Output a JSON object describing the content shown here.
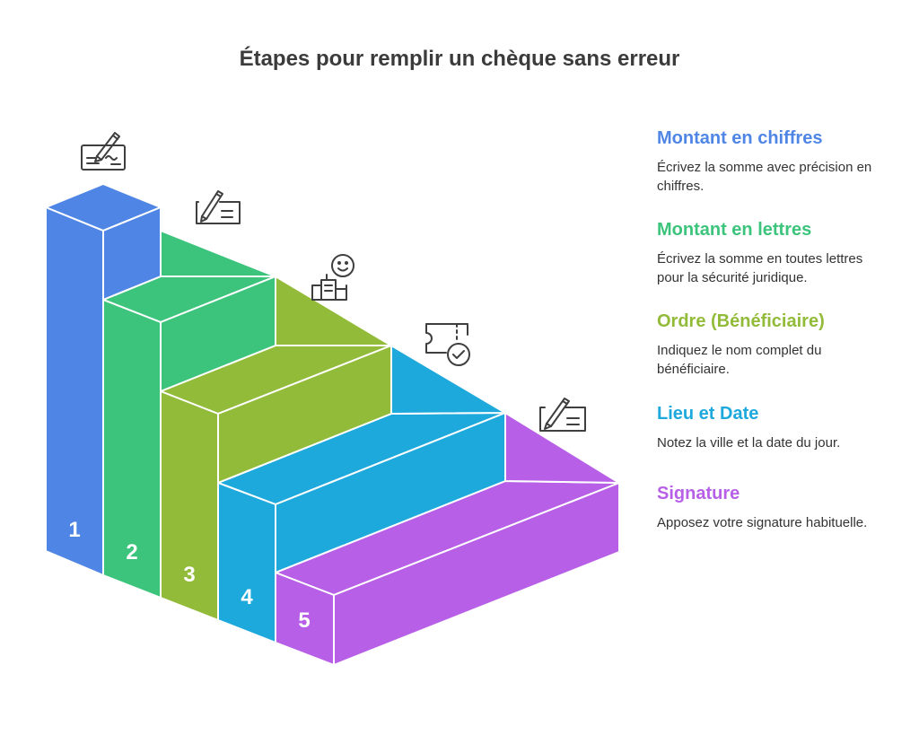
{
  "title": "Étapes pour remplir un chèque sans erreur",
  "colors": {
    "step1": "#4f86e6",
    "step2": "#3cc47c",
    "step3": "#93bb3a",
    "step4": "#1ea9dc",
    "step5": "#b75fe7",
    "icon": "#3f3f3f",
    "text": "#333333"
  },
  "steps": [
    {
      "number": "1",
      "title": "Montant en chiffres",
      "description": "Écrivez la somme avec précision en chiffres.",
      "icon": "check-pen-icon"
    },
    {
      "number": "2",
      "title": "Montant en lettres",
      "description": "Écrivez la somme en toutes lettres pour la sécurité juridique.",
      "icon": "pen-writing-icon"
    },
    {
      "number": "3",
      "title": "Ordre (Bénéficiaire)",
      "description": "Indiquez le nom complet du bénéficiaire.",
      "icon": "payee-person-icon"
    },
    {
      "number": "4",
      "title": "Lieu et Date",
      "description": "Notez la ville et la date du jour.",
      "icon": "ticket-check-icon"
    },
    {
      "number": "5",
      "title": "Signature",
      "description": "Apposez votre signature habituelle.",
      "icon": "signature-pen-icon"
    }
  ]
}
